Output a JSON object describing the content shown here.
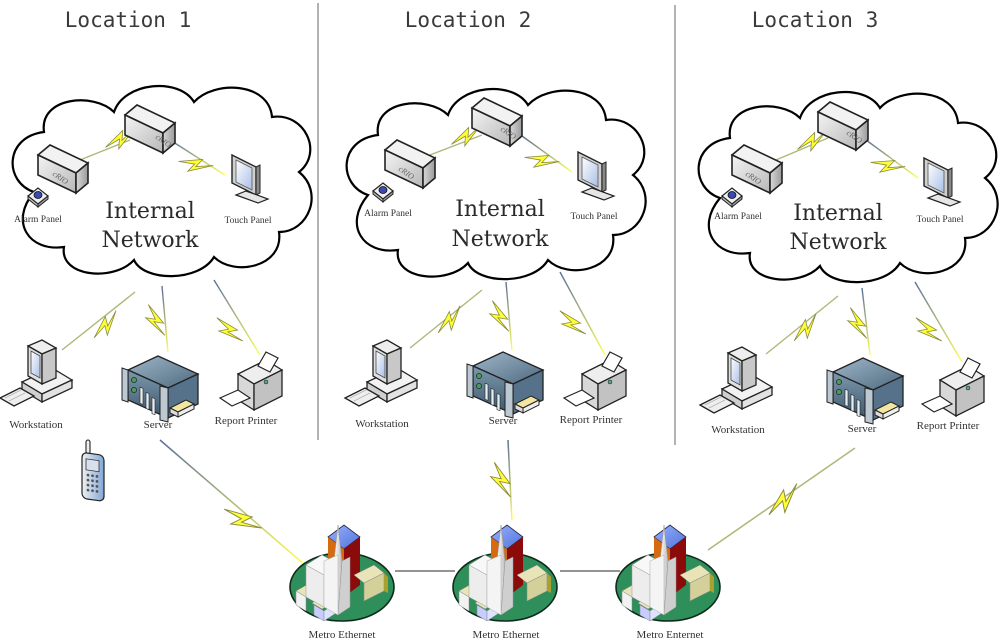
{
  "title": "Multi-location Internal Network over Metro Ethernet",
  "colors": {
    "bolt_fill": "#ffff33",
    "bolt_stroke": "#8a8a40",
    "link_line": "#6a7a9a",
    "divider": "#999999",
    "cloud_stroke": "#000000",
    "metro_ground": "#2f8f5a",
    "tower_top": "#6f8fef",
    "tower_left": "#d66a10",
    "tower_right": "#8b0a0a"
  },
  "locations": [
    {
      "title": "Location 1",
      "cloud_label_line1": "Internal",
      "cloud_label_line2": "Network",
      "crio_label": "cRIO",
      "alarm_panel_label": "Alarm Panel",
      "touch_panel_label": "Touch Panel",
      "workstation_label": "Workstation",
      "server_label": "Server",
      "printer_label": "Report Printer"
    },
    {
      "title": "Location 2",
      "cloud_label_line1": "Internal",
      "cloud_label_line2": "Network",
      "crio_label": "cRIO",
      "alarm_panel_label": "Alarm Panel",
      "touch_panel_label": "Touch Panel",
      "workstation_label": "Workstation",
      "server_label": "Server",
      "printer_label": "Report Printer"
    },
    {
      "title": "Location 3",
      "cloud_label_line1": "Internal",
      "cloud_label_line2": "Network",
      "crio_label": "cRIO",
      "alarm_panel_label": "Alarm Panel",
      "touch_panel_label": "Touch Panel",
      "workstation_label": "Workstation",
      "server_label": "Server",
      "printer_label": "Report Printer"
    }
  ],
  "metro_nodes": [
    {
      "label": "Metro Ethernet"
    },
    {
      "label": "Metro Ethernet"
    },
    {
      "label": "Metro Enternet"
    }
  ],
  "mobile_device": {
    "icon": "cell-phone-icon"
  }
}
